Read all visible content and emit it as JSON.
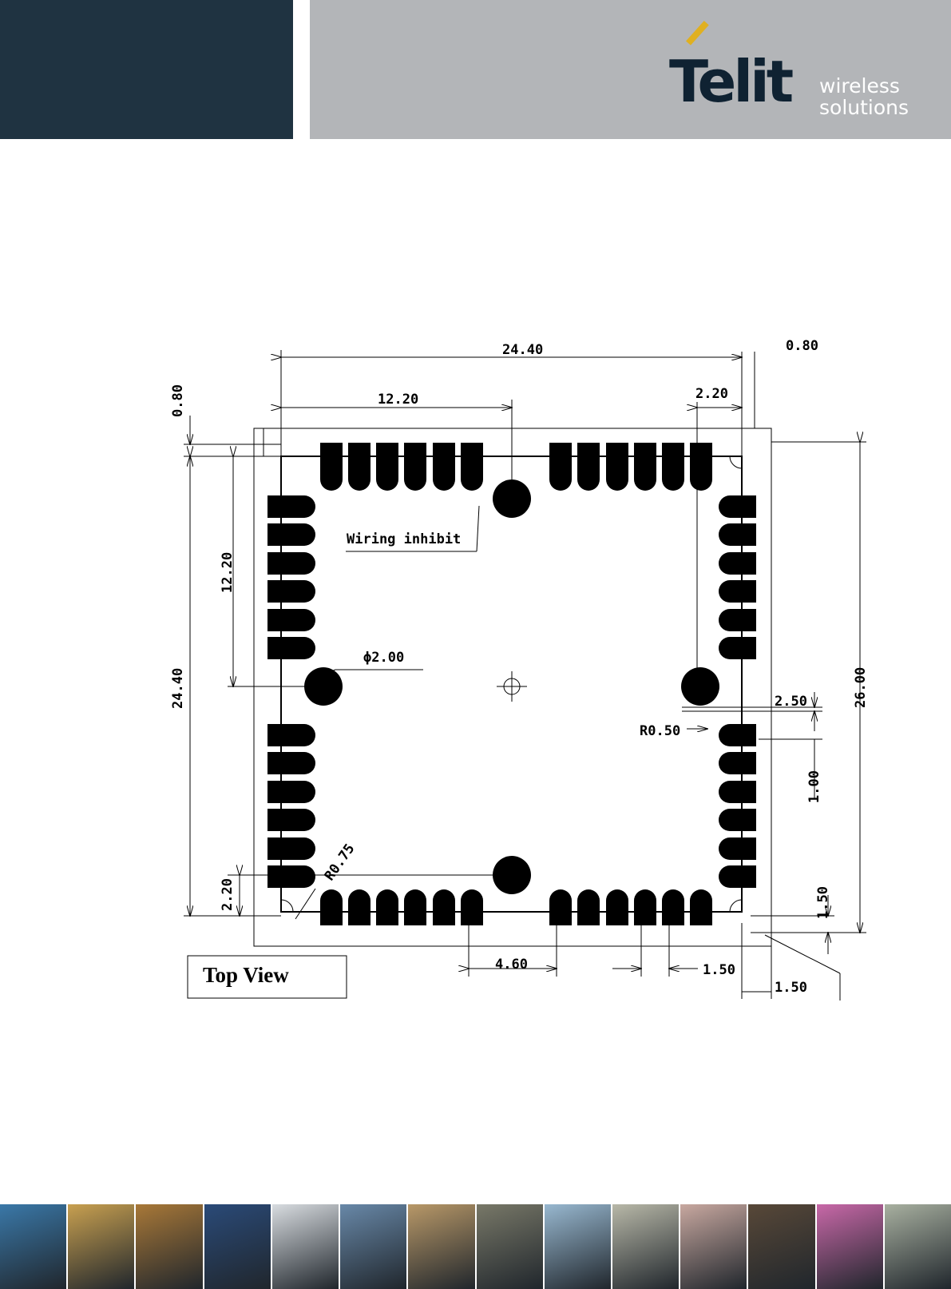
{
  "header": {
    "brand": "Telit",
    "tagline_line1": "wireless",
    "tagline_line2": "solutions",
    "accent_color": "#e0b020",
    "dark_panel_color": "#1f3341",
    "grey_panel_color": "#b3b5b8"
  },
  "drawing": {
    "view_label": "Top View",
    "note_wiring": "Wiring inhibit",
    "dims": {
      "width_total": "24.40",
      "half_width": "12.20",
      "edge_offset_top_right": "0.80",
      "pad_end_top_right": "2.20",
      "edge_offset_top_left": "0.80",
      "half_height": "12.20",
      "height_total_left": "24.40",
      "hole_diameter": "ϕ2.00",
      "pad_spacing_right": "2.50",
      "pad_radius": "R0.50",
      "pad_width": "1.00",
      "outline_height": "26.00",
      "corner_radius": "R0.75",
      "pad_end_bottom_left": "2.20",
      "gap_bottom": "4.60",
      "pitch_bottom": "1.50",
      "corner_bottom_right": "1.50",
      "corner_bottom_right_v": "1.50"
    }
  },
  "footer": {
    "tiles": [
      "#3a78a8",
      "#c8a050",
      "#a87838",
      "#2a4a78",
      "#d8dce0",
      "#6888a8",
      "#b89868",
      "#787868",
      "#98b8d0",
      "#b8b8a8",
      "#c8a8a0",
      "#584838",
      "#c868a8",
      "#a8b0a0"
    ]
  }
}
